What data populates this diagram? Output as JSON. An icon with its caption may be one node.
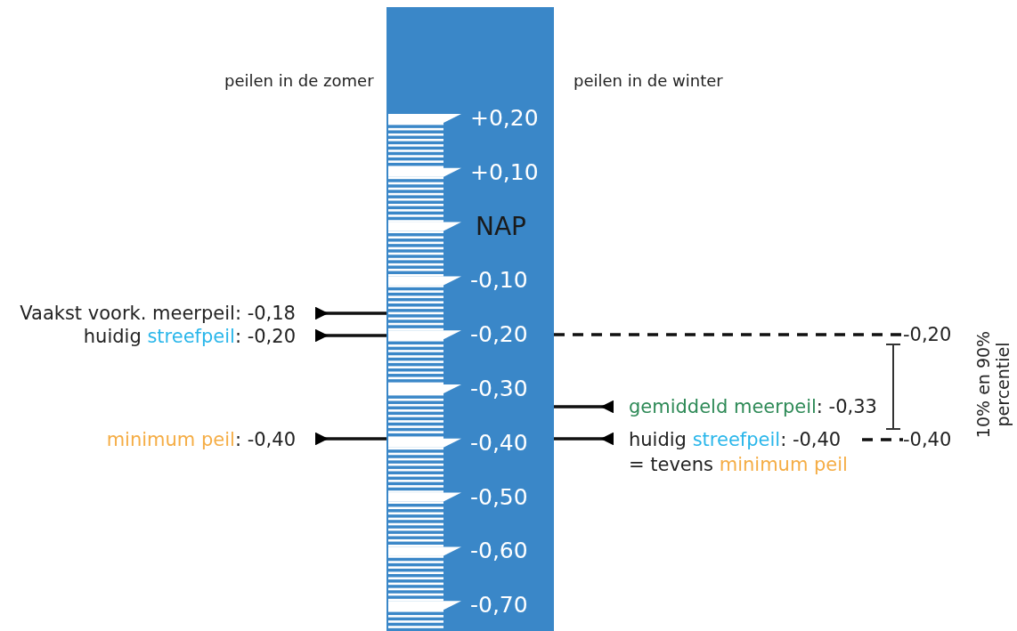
{
  "diagram": {
    "nodes": [
      {
        "text": [],
        "shape": "bar"
      },
      {
        "text": [
          "Vaakst voork. meerpeil: -0,18"
        ]
      },
      {
        "text": [
          "huidig streefpeil: -0,20"
        ]
      },
      {
        "text": [
          "minimum peil: -0,40"
        ]
      },
      {
        "text": [
          "gemiddeld meerpeil: -0,33"
        ]
      },
      {
        "text": [
          "huidig streefpeil: -0,40 = tevens minimum peil"
        ]
      },
      {
        "text": [
          "-0,20"
        ]
      },
      {
        "text": [
          "-0,40"
        ]
      }
    ],
    "edges": [
      {
        "from": 0,
        "to": 1,
        "arrow": "other"
      },
      {
        "from": 0,
        "to": 2,
        "arrow": "other"
      },
      {
        "from": 0,
        "to": 3,
        "arrow": "other"
      },
      {
        "from": 0,
        "to": 6,
        "arrow": "none",
        "style": "dashed"
      },
      {
        "from": 0,
        "to": 4,
        "arrow": "other"
      },
      {
        "from": 0,
        "to": 5,
        "arrow": "other"
      },
      {
        "from": 5,
        "to": 7,
        "arrow": "none",
        "style": "dashed"
      }
    ],
    "labels": [
      "peilen in de zomer",
      "peilen in de winter",
      "+0,20",
      "+0,10",
      "NAP",
      "-0,10",
      "-0,20",
      "-0,30",
      "-0,40",
      "-0,50",
      "-0,60",
      "-0,70",
      "10% en 90% percentiel"
    ]
  }
}
